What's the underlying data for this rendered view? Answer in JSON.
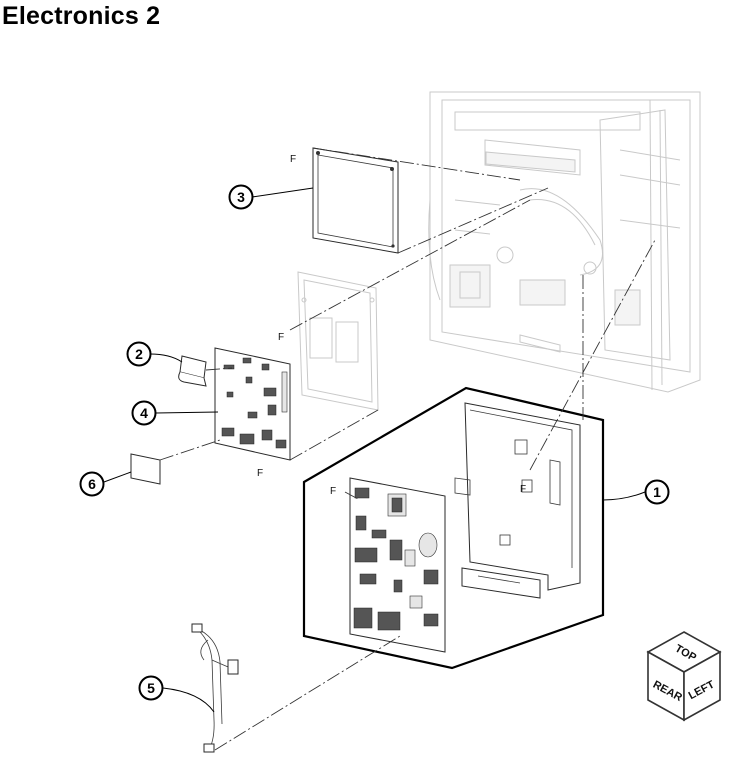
{
  "title": "Electronics 2",
  "callouts": [
    {
      "label": "1"
    },
    {
      "label": "2"
    },
    {
      "label": "3"
    },
    {
      "label": "4"
    },
    {
      "label": "5"
    },
    {
      "label": "6"
    }
  ],
  "fastener_marks": [
    "F",
    "F",
    "F",
    "F",
    "F"
  ],
  "orientation_cube": {
    "top": "TOP",
    "left_face": "REAR",
    "right_face": "LEFT"
  }
}
